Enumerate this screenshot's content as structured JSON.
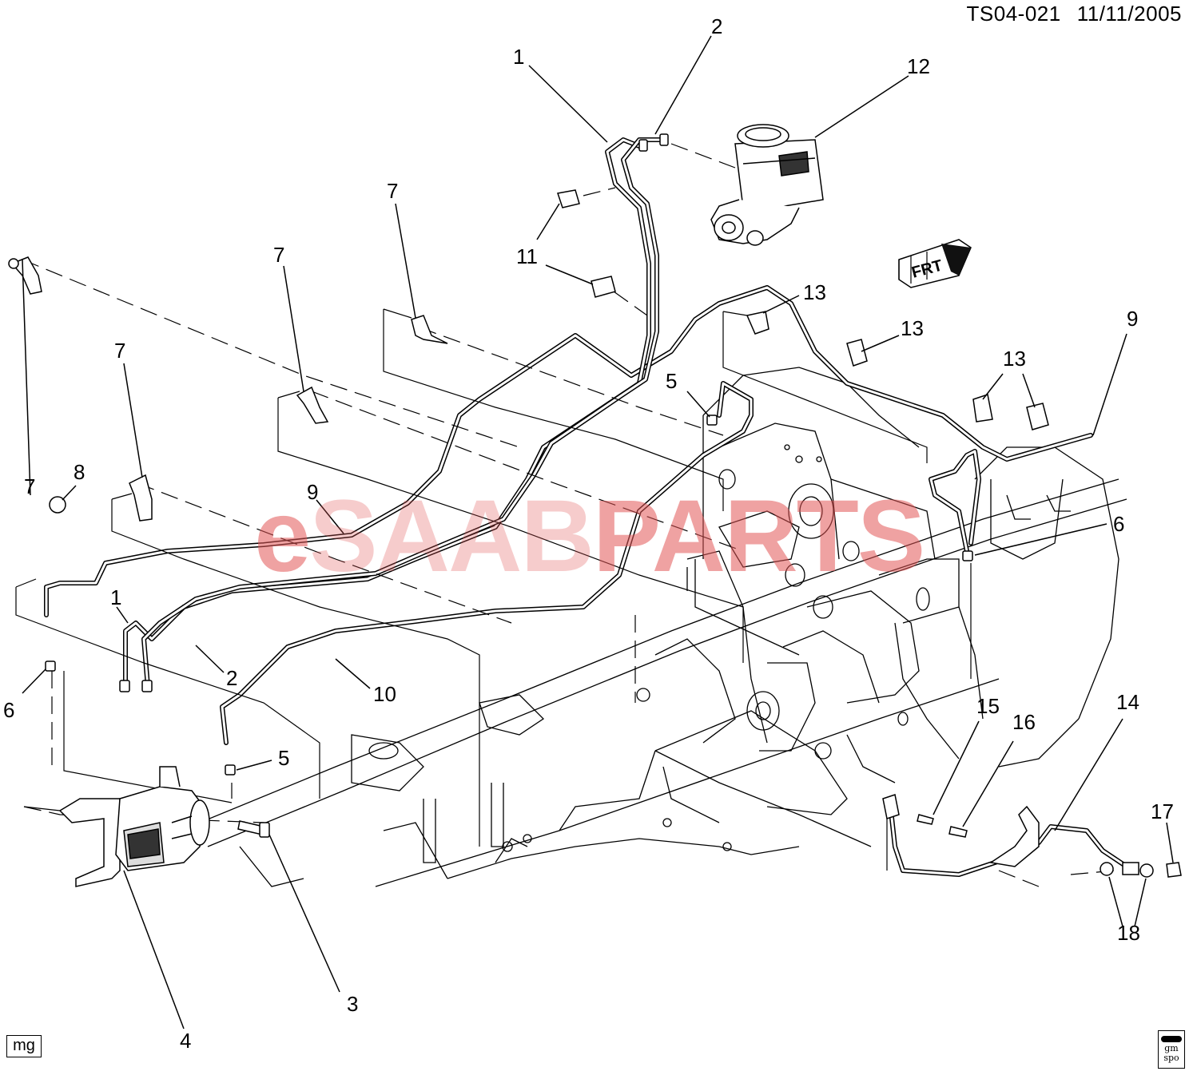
{
  "header": {
    "doc_code": "TS04-021",
    "doc_date": "11/11/2005"
  },
  "footer": {
    "author_tag": "mg",
    "logo_top": "gm",
    "logo_bottom": "spo"
  },
  "watermark": {
    "part1": "e",
    "part2": "SAAB",
    "part3": "PARTS"
  },
  "fwd_arrow": "FRT",
  "callouts": [
    "1",
    "2",
    "12",
    "11",
    "7",
    "7",
    "7",
    "7",
    "7",
    "8",
    "13",
    "13",
    "13",
    "9",
    "5",
    "9",
    "6",
    "1",
    "2",
    "10",
    "6",
    "5",
    "3",
    "4",
    "15",
    "16",
    "14",
    "17",
    "18"
  ],
  "colors": {
    "ink": "#000000",
    "watermark": "#e15555"
  }
}
